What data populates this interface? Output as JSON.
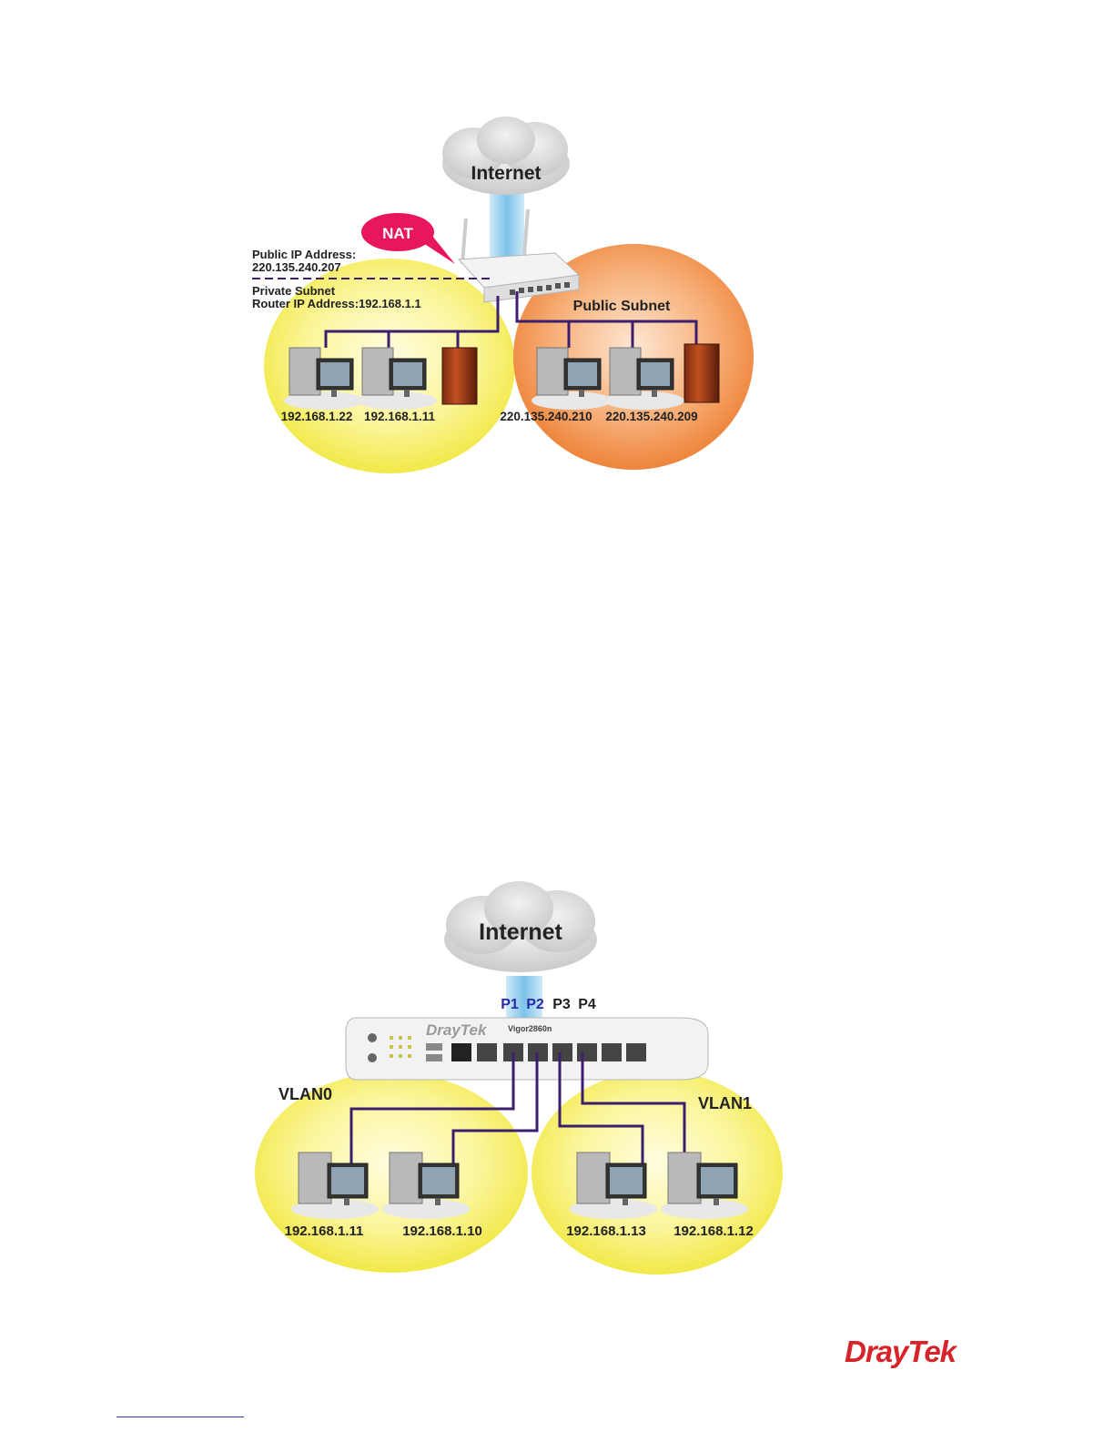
{
  "nat_diagram": {
    "cloud_label": "Internet",
    "nat_bubble": "NAT",
    "public_ip_label": "Public IP Address:",
    "public_ip_value": "220.135.240.207",
    "private_subnet_label": "Private Subnet",
    "router_ip_label": "Router IP Address:192.168.1.1",
    "public_subnet_label": "Public Subnet",
    "hosts": [
      "192.168.1.22",
      "192.168.1.11",
      "220.135.240.210",
      "220.135.240.209"
    ]
  },
  "vlan_diagram": {
    "cloud_label": "Internet",
    "ports": [
      "P1",
      "P2",
      "P3",
      "P4"
    ],
    "router_brand": "DrayTek",
    "router_model": "Vigor2860n",
    "vlan0_label": "VLAN0",
    "vlan1_label": "VLAN1",
    "hosts": [
      "192.168.1.11",
      "192.168.1.10",
      "192.168.1.13",
      "192.168.1.12"
    ]
  },
  "footer": {
    "brand": "DrayTek"
  },
  "colors": {
    "yellow_zone": "#f6f04a",
    "orange_zone": "#f08a3a",
    "cable": "#3b1f6e",
    "nat_bubble": "#e8175d",
    "brand_red": "#d7232a"
  }
}
